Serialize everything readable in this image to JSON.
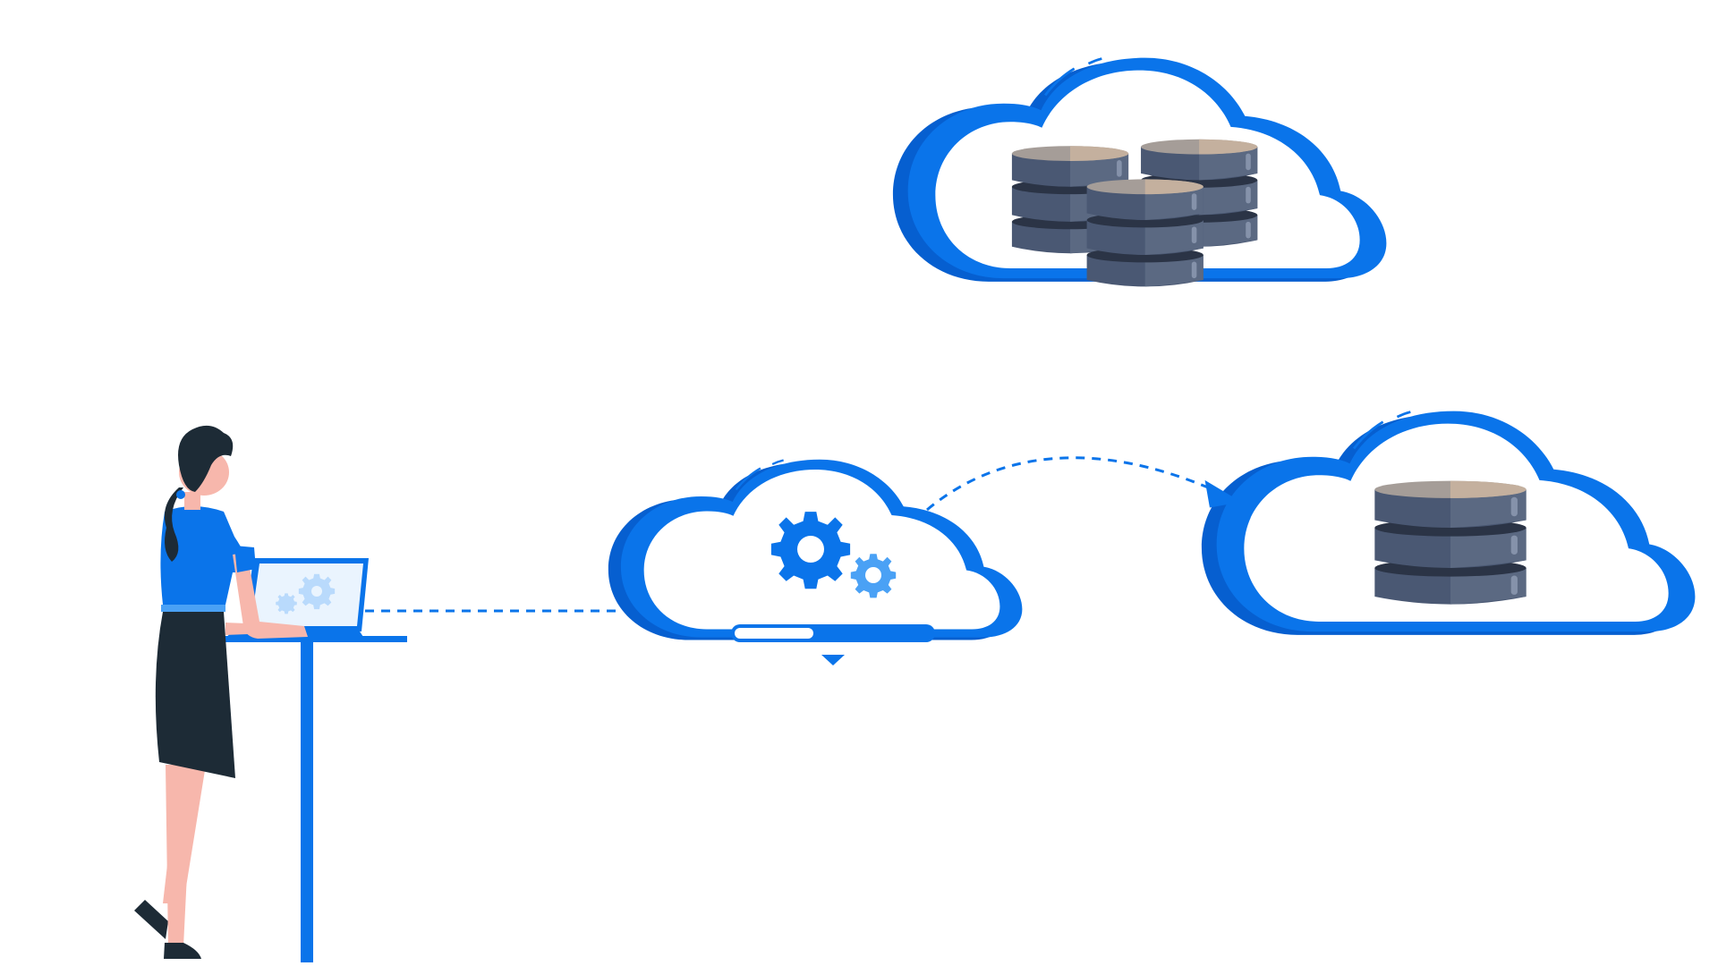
{
  "colors": {
    "background": "#ffffff",
    "brand_blue": "#0a74ea",
    "brand_blue_dark": "#065fd0",
    "light_blue": "#4aa1f5",
    "pale_blue": "#b9dafc",
    "screen_bg": "#eaf4fe",
    "db_body": "#4a5873",
    "db_body_light": "#5b6982",
    "db_ring": "#2b3446",
    "db_top": "#a59d98",
    "db_top_light": "#c4b09e",
    "hair": "#1d2b36",
    "skin": "#f7b7ac"
  },
  "scene": {
    "person": {
      "icon": "woman-working-at-laptop"
    },
    "laptop": {
      "icon": "laptop-with-gears-icon"
    },
    "processing_cloud": {
      "icon": "cloud-gears-icon",
      "progress": 0.4
    },
    "storage_cloud_large": {
      "icon": "cloud-database-cluster-icon",
      "databases": 3
    },
    "storage_cloud_small": {
      "icon": "cloud-database-icon",
      "databases": 1
    },
    "connectors": [
      {
        "from": "laptop",
        "to": "processing_cloud",
        "style": "dashed"
      },
      {
        "from": "processing_cloud",
        "to": "storage_cloud_small",
        "style": "dashed-arrow"
      }
    ]
  }
}
